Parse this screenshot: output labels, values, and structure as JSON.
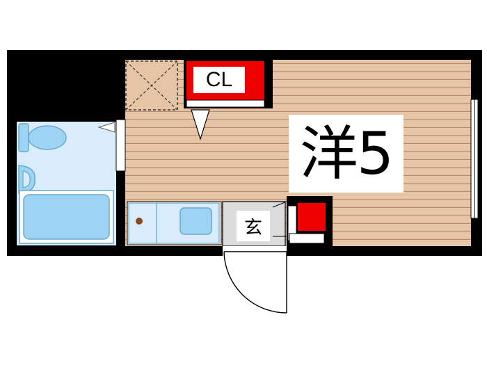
{
  "floor_plan": {
    "room_label": "洋5",
    "closet_label": "CL",
    "entrance_label": "玄"
  },
  "colors": {
    "wall": "#000000",
    "floor_wood": "#e6c5a6",
    "floor_lines": "#b98a6a",
    "wet_area": "#d8ecfb",
    "fixture_blue": "#9dd3f3",
    "fixture_outline": "#6aa8cc",
    "closet_red": "#ee0000",
    "entrance_gray": "#dcdcdc"
  }
}
